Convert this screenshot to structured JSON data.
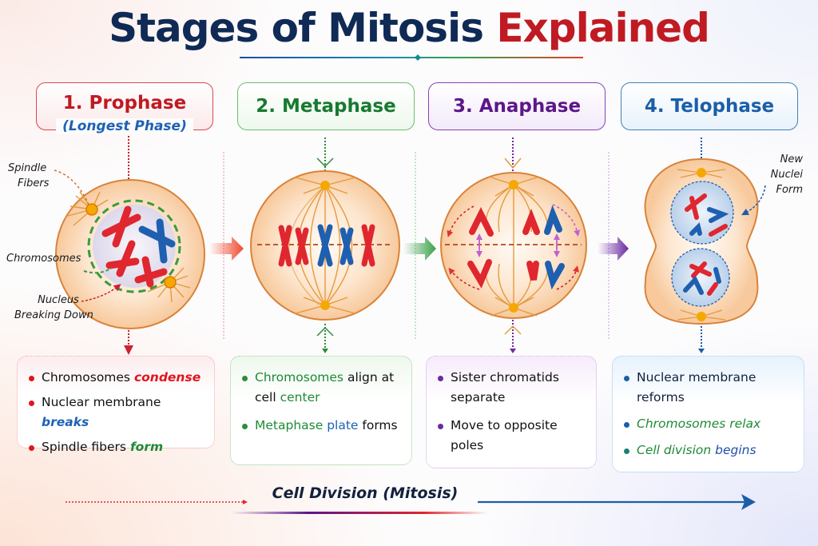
{
  "header": {
    "title_main": "Stages of Mitosis",
    "title_accent": "Explained"
  },
  "colors": {
    "title": "#0f2a55",
    "accent": "#c01a22",
    "prophase": "#c01a22",
    "metaphase": "#177a2f",
    "anaphase": "#5c168a",
    "telophase": "#1b5ea8",
    "chromosome_red": "#e0262e",
    "chromosome_blue": "#1f5fb0",
    "cell_fill": "#fbd9b8",
    "cell_border": "#d9833a",
    "centrosome": "#f5a800"
  },
  "phases": [
    {
      "title": "1. Prophase",
      "subtitle": "(Longest Phase)",
      "labels": [
        "Spindle",
        "Fibers",
        "Chromosomes",
        "Nucleus",
        "Breaking Down"
      ],
      "bullets": [
        {
          "parts": [
            {
              "text": "Chromosomes "
            },
            {
              "text": "condense",
              "style": "red"
            }
          ]
        },
        {
          "parts": [
            {
              "text": "Nuclear membrane "
            },
            {
              "text": "breaks",
              "style": "blue"
            }
          ]
        },
        {
          "parts": [
            {
              "text": "Spindle fibers "
            },
            {
              "text": "form",
              "style": "green"
            }
          ]
        }
      ]
    },
    {
      "title": "2. Metaphase",
      "bullets": [
        {
          "parts": [
            {
              "text": "Chromosomes",
              "style": "green-plain"
            },
            {
              "text": " align at cell "
            },
            {
              "text": "center",
              "style": "green-plain"
            }
          ]
        },
        {
          "parts": [
            {
              "text": "Metaphase",
              "style": "green-plain"
            },
            {
              "text": " "
            },
            {
              "text": "plate",
              "style": "blue-plain"
            },
            {
              "text": " forms"
            }
          ]
        }
      ]
    },
    {
      "title": "3. Anaphase",
      "bullets": [
        {
          "parts": [
            {
              "text": "Sister chromatids separate"
            }
          ]
        },
        {
          "parts": [
            {
              "text": "Move to opposite poles"
            }
          ]
        }
      ]
    },
    {
      "title": "4. Telophase",
      "labels": [
        "New",
        "Nuclei",
        "Form"
      ],
      "bullets": [
        {
          "parts": [
            {
              "text": "Nuclear membrane reforms",
              "style": "navy"
            }
          ]
        },
        {
          "parts": [
            {
              "text": "Chromosomes relax",
              "style": "green-italic"
            }
          ]
        },
        {
          "parts": [
            {
              "text": "Cell division",
              "style": "green-italic"
            },
            {
              "text": " begins",
              "style": "blue-italic"
            }
          ]
        }
      ]
    }
  ],
  "footer": {
    "label": "Cell Division (Mitosis)"
  }
}
